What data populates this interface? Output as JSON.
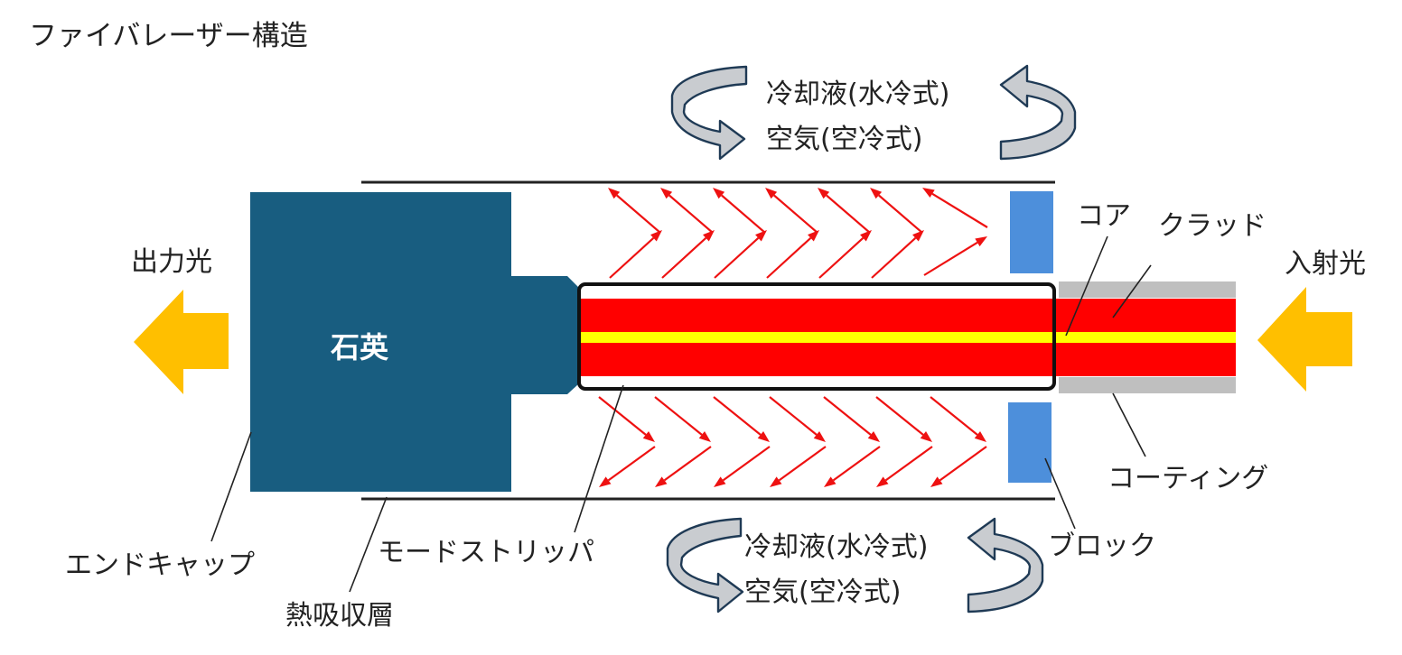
{
  "title": "ファイバレーザー構造",
  "labels": {
    "output_light": "出力光",
    "input_light": "入射光",
    "quartz": "石英",
    "core": "コア",
    "clad": "クラッド",
    "coating": "コーティング",
    "block": "ブロック",
    "end_cap": "エンドキャップ",
    "heat_absorb_layer": "熱吸収層",
    "mode_stripper": "モードストリッパ"
  },
  "cooling_top": {
    "line1": "冷却液(水冷式)",
    "line2": "空気(空冷式)"
  },
  "cooling_bottom": {
    "line1": "冷却液(水冷式)",
    "line2": "空気(空冷式)"
  },
  "colors": {
    "quartz": "#185d80",
    "clad": "#ff0000",
    "core": "#ffff00",
    "coating": "#bfbfbf",
    "block": "#4d8fdb",
    "arrow": "#ffbf00",
    "ray": "#ee1111"
  },
  "icons": [
    "arrow-left-icon",
    "arrow-left-icon",
    "circular-arrow-icon",
    "circular-arrow-icon",
    "circular-arrow-icon",
    "circular-arrow-icon"
  ]
}
